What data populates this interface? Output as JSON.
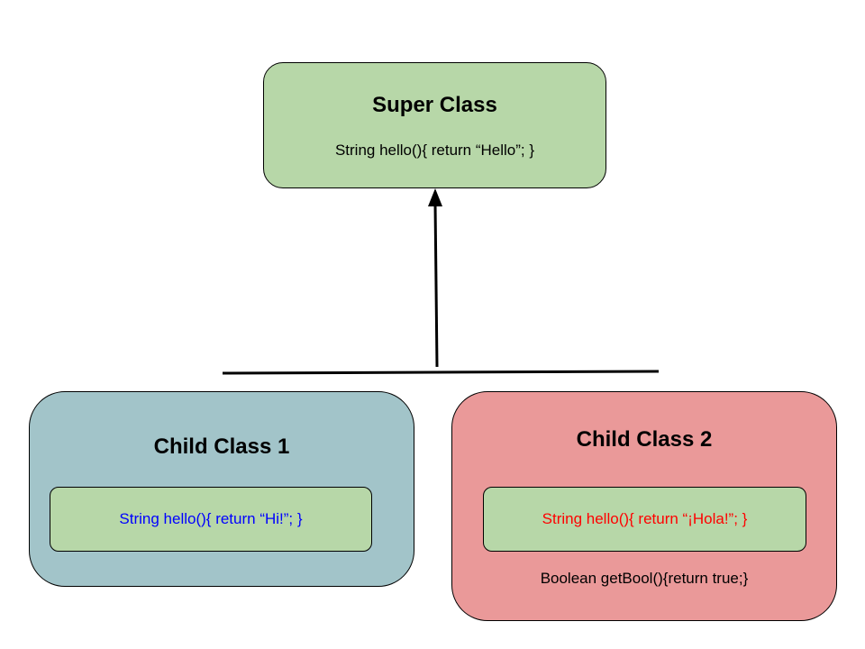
{
  "super_class": {
    "title": "Super Class",
    "method": "String hello(){ return “Hello”; }"
  },
  "child_class_1": {
    "title": "Child Class 1",
    "override_method": "String hello(){ return “Hi!”; }"
  },
  "child_class_2": {
    "title": "Child Class 2",
    "override_method": "String hello(){ return “¡Hola!”; }",
    "extra_method": "Boolean getBool(){return true;}"
  },
  "colors": {
    "super_fill": "#b7d7a8",
    "child1_fill": "#a2c4c9",
    "child2_fill": "#ea9999",
    "inner_fill": "#b7d7a8",
    "child1_method_text": "#0000ff",
    "child2_method_text": "#ff0000",
    "stroke": "#000000"
  }
}
